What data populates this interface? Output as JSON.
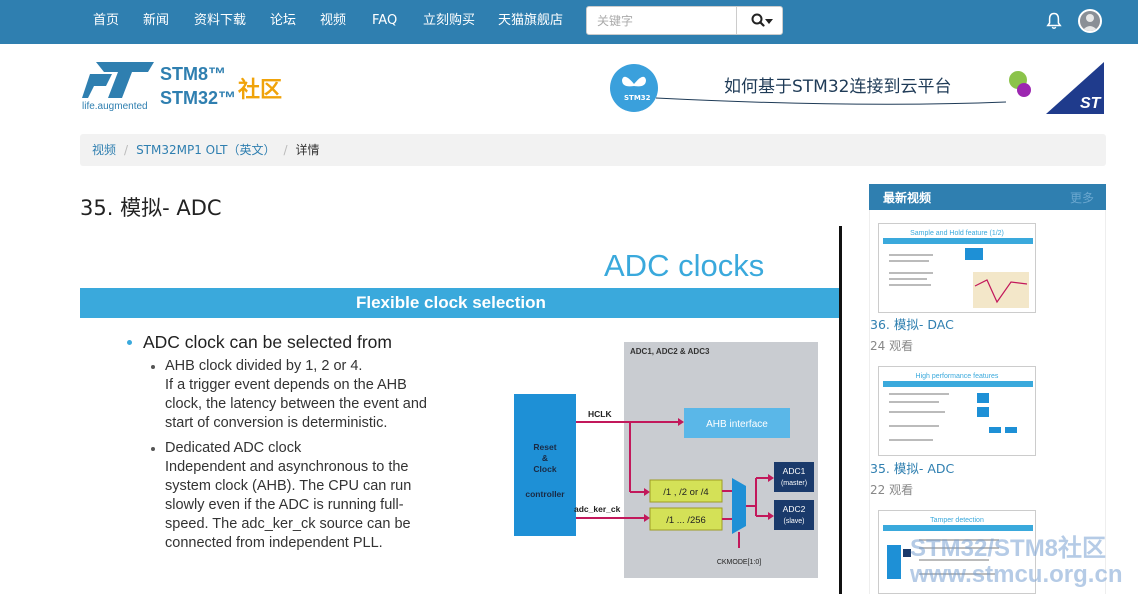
{
  "nav": {
    "items": [
      "首页",
      "新闻",
      "资料下载",
      "论坛",
      "视频",
      "FAQ",
      "立刻购买",
      "天猫旗舰店"
    ],
    "search_placeholder": "关键字"
  },
  "logo": {
    "tagline": "life.augmented",
    "stm8": "STM8™",
    "stm32": "STM32™",
    "community": "社区"
  },
  "banner": {
    "text": "如何基于STM32连接到云平台",
    "circle_label": "STM32"
  },
  "breadcrumb": {
    "items": [
      "视频",
      "STM32MP1 OLT（英文）"
    ],
    "current": "详情"
  },
  "page_title": "35. 模拟- ADC",
  "slide": {
    "title": "ADC clocks",
    "band": "Flexible clock selection",
    "main_bullet": "ADC clock can be selected from",
    "sub1": [
      "AHB clock divided by 1, 2 or 4.",
      "If a trigger event depends on the AHB",
      "clock, the latency between the event and",
      "start of conversion is deterministic."
    ],
    "sub2": [
      "Dedicated ADC clock",
      "Independent and asynchronous to the",
      "system clock (AHB). The CPU can run",
      "slowly even if the ADC is running full-",
      "speed. The adc_ker_ck source can be",
      "connected from independent PLL."
    ],
    "diagram": {
      "group_label": "ADC1, ADC2 & ADC3",
      "reset_label": [
        "Reset",
        "&",
        "Clock",
        "",
        "controller"
      ],
      "hclk": "HCLK",
      "adc_ker_ck": "adc_ker_ck",
      "ahb_interface": "AHB interface",
      "div1": "/1 , /2 or /4",
      "div2": "/1 ... /256",
      "ckmode": "CKMODE[1:0]",
      "adc1": [
        "ADC1",
        "(master)"
      ],
      "adc2": [
        "ADC2",
        "(slave)"
      ]
    }
  },
  "sidebar": {
    "title": "最新视频",
    "more": "更多",
    "videos": [
      {
        "thumb_title": "Sample and Hold feature (1/2)",
        "title": "36. 模拟- DAC",
        "views": "24 观看"
      },
      {
        "thumb_title": "High performance features",
        "title": "35. 模拟- ADC",
        "views": "22 观看"
      },
      {
        "thumb_title": "Tamper detection",
        "title": "",
        "views": ""
      }
    ]
  },
  "watermark": [
    "STM32/STM8社区",
    "www.stmcu.org.cn"
  ],
  "colors": {
    "nav_bg": "#2f7fb0",
    "slide_accent": "#3aa9dc",
    "diagram_block": "#1e90d6",
    "signal": "#c2185b",
    "divider_fill": "#d4e157"
  },
  "icons": {
    "search": "search-icon",
    "caret": "caret-down-icon",
    "bell": "bell-icon",
    "avatar": "user-avatar"
  }
}
